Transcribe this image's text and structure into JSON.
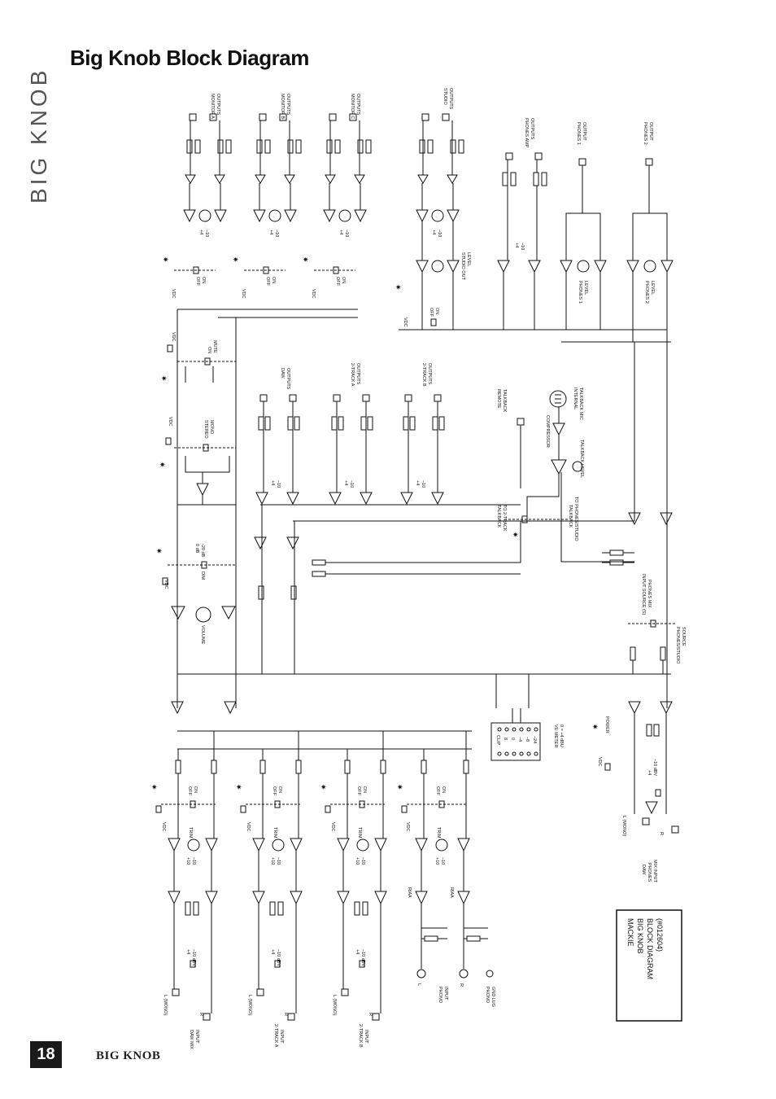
{
  "side_logo": "BIG KNOB",
  "title": "Big Knob Block Diagram",
  "page_number": "18",
  "footer": "BIG KNOB",
  "title_block": [
    "MACKIE",
    "BIG KNOB",
    "BLOCK DIAGRAM",
    "(#012604)"
  ],
  "labels": {
    "monitor_a": [
      "MONITOR A",
      "OUTPUTS"
    ],
    "monitor_b": [
      "MONITOR B",
      "OUTPUTS"
    ],
    "monitor_c": [
      "MONITOR C",
      "OUTPUTS"
    ],
    "studio_out": [
      "STUDIO",
      "OUTPUTS"
    ],
    "phones_amp": [
      "PHONES AMP",
      "OUTPUTS"
    ],
    "phones1_out": [
      "PHONES 1",
      "OUTPUT"
    ],
    "phones2_out": [
      "PHONES 2",
      "OUTPUT"
    ],
    "daw_out": [
      "DAW",
      "OUTPUTS"
    ],
    "two_track_a_out": [
      "2-TRACK A",
      "OUTPUTS"
    ],
    "two_track_b_out": [
      "2-TRACK B",
      "OUTPUTS"
    ],
    "remote_talkback": [
      "REMOTE",
      "TALKBACK"
    ],
    "internal_mic": [
      "INTERNAL",
      "TALKBACK MIC"
    ],
    "compressor": "COMPRESSOR",
    "talkback_level": "TALKBACK LEVEL",
    "talkback_2track": [
      "TALKBACK",
      "TO 2-TRACK"
    ],
    "talkback_phones": [
      "TALKBACK",
      "TO PHONES/STUDIO"
    ],
    "studio_out_level": [
      "STUDIO OUT",
      "LEVEL"
    ],
    "phones1_level": [
      "PHONES 1",
      "LEVEL"
    ],
    "phones2_level": [
      "PHONES 2",
      "LEVEL"
    ],
    "input_source": [
      "INPUT SOURCE (S)",
      "PHONES MIX"
    ],
    "phones_studio_source": [
      "PHONES/STUDIO",
      "SOURCE"
    ],
    "volume": "VOLUME",
    "dim": "DIM",
    "db0": "0 dB",
    "db20": "-20 dB",
    "stereo": "STEREO",
    "mono": "MONO",
    "on": "ON",
    "mute": "MUTE",
    "off": "OFF",
    "vdc": "VDC",
    "trim": "TRIM",
    "plus4": "+4",
    "minus10": "–10",
    "minus10dbv": "–10 dBV",
    "plus10": "+10",
    "rlbl": "R",
    "llbl": "L",
    "lmono": "L (MONO)",
    "riaa": "RIAA",
    "daw_mix_input": [
      "DAW MIX",
      "INPUT"
    ],
    "two_track_a_input": [
      "2-TRACK A",
      "INPUT"
    ],
    "two_track_b_input": [
      "2-TRACK B",
      "INPUT"
    ],
    "phono_input": [
      "PHONO",
      "INPUT"
    ],
    "phono_gnd": [
      "PHONO",
      "GND LUG"
    ],
    "daw_phones_mix_input": [
      "DAW",
      "PHONES",
      "MIX INPUT"
    ],
    "vu_meter": [
      "VU METER",
      "0 = +4 dBU"
    ],
    "vu_scale": [
      "CLIP",
      "8",
      "0",
      "–4",
      "–8",
      "–24"
    ],
    "power": "POWER"
  }
}
